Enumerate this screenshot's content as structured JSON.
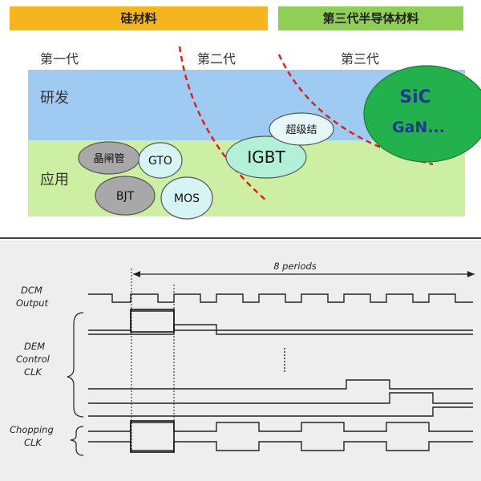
{
  "top": {
    "header_silicon": "硅材料",
    "header_wide_bandgap": "第三代半导体材料",
    "generations": [
      "第一代",
      "第二代",
      "第三代"
    ],
    "row_rd": "研发",
    "row_app": "应用",
    "devices": {
      "thyristor": "晶闸管",
      "gto": "GTO",
      "bjt": "BJT",
      "mos": "MOS",
      "igbt": "IGBT",
      "superjunction": "超级结",
      "sic": "SiC",
      "gan": "GaN..."
    },
    "colors": {
      "silicon_bar": "#f6b41f",
      "wide_bandgap_bar": "#8fcf55",
      "rd_band": "#9fcbf2",
      "app_band": "#cdefa3",
      "boundary_line": "#e02020",
      "sic_ellipse": "#22b14c"
    }
  },
  "timing": {
    "periods_label": "8 periods",
    "signals": {
      "dcm": [
        "DCM",
        "Output"
      ],
      "dem": [
        "DEM",
        "Control",
        "CLK"
      ],
      "chopping": [
        "Chopping",
        "CLK"
      ]
    }
  }
}
